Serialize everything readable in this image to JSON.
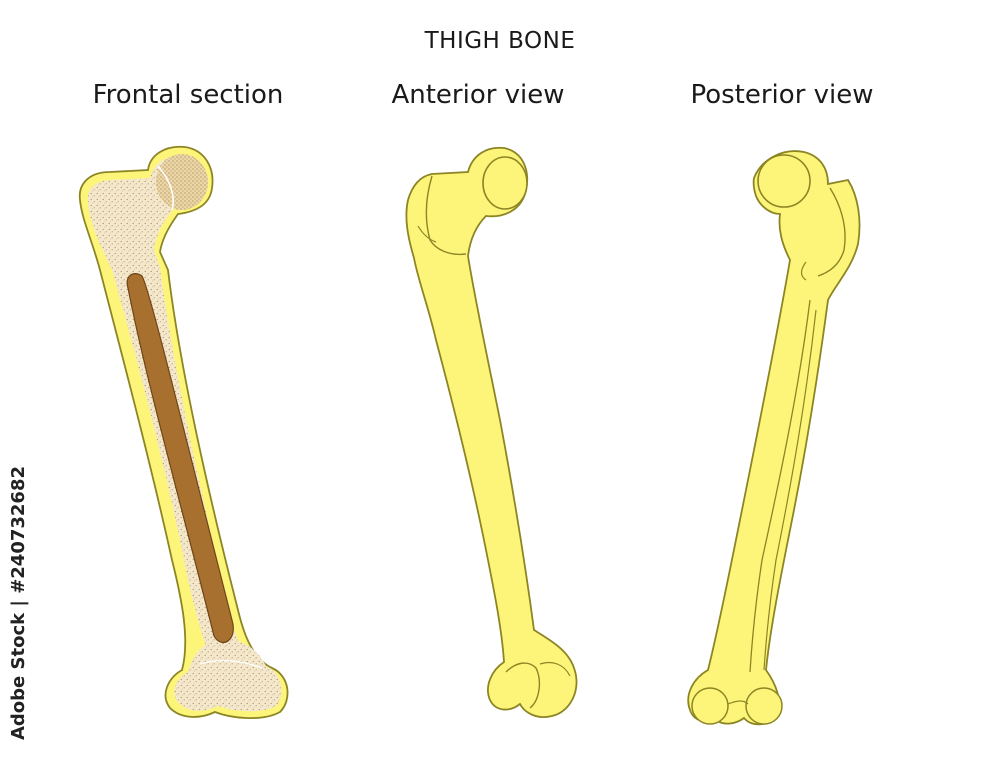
{
  "title": "THIGH BONE",
  "views": [
    {
      "label": "Frontal section"
    },
    {
      "label": "Anterior view"
    },
    {
      "label": "Posterior view"
    }
  ],
  "stock_id": "Adobe Stock | #240732682",
  "colors": {
    "bone_yellow": "#FDF57A",
    "bone_outline": "#8C8524",
    "spongy_bone": "#F3E7CC",
    "marrow_cavity": "#A8702F",
    "stipple": "#B08A52"
  }
}
